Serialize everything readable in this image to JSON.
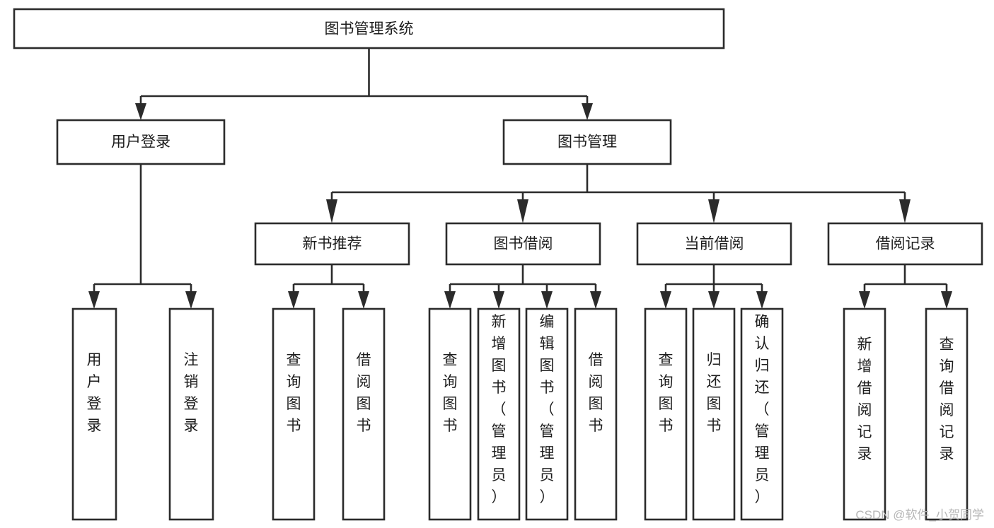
{
  "diagram": {
    "type": "tree",
    "title": "图书管理系统",
    "watermark": "CSDN @软件_小贺同学",
    "colors": {
      "box_stroke": "#2b2b2b",
      "box_fill": "#ffffff",
      "text": "#1d1d1d",
      "background": "#ffffff",
      "watermark": "#b6b6b6"
    },
    "levels": {
      "root": "图书管理系统",
      "level2": [
        "用户登录",
        "图书管理"
      ],
      "level3": [
        "新书推荐",
        "图书借阅",
        "当前借阅",
        "借阅记录"
      ]
    },
    "nodes": {
      "root": {
        "label": "图书管理系统",
        "orientation": "horizontal"
      },
      "user_login": {
        "label": "用户登录",
        "orientation": "horizontal"
      },
      "book_manage": {
        "label": "图书管理",
        "orientation": "horizontal"
      },
      "new_book_rec": {
        "label": "新书推荐",
        "orientation": "horizontal"
      },
      "book_borrow": {
        "label": "图书借阅",
        "orientation": "horizontal"
      },
      "current_borrow": {
        "label": "当前借阅",
        "orientation": "horizontal"
      },
      "borrow_record": {
        "label": "借阅记录",
        "orientation": "horizontal"
      },
      "leaf_user_login": {
        "label": "用户登录",
        "orientation": "vertical"
      },
      "leaf_logout": {
        "label": "注销登录",
        "orientation": "vertical"
      },
      "leaf_query_book_1": {
        "label": "查询图书",
        "orientation": "vertical"
      },
      "leaf_borrow_book_1": {
        "label": "借阅图书",
        "orientation": "vertical"
      },
      "leaf_query_book_2": {
        "label": "查询图书",
        "orientation": "vertical"
      },
      "leaf_add_book": {
        "label": "新增图书（管理员）",
        "orientation": "vertical"
      },
      "leaf_edit_book": {
        "label": "编辑图书（管理员）",
        "orientation": "vertical"
      },
      "leaf_borrow_book_2": {
        "label": "借阅图书",
        "orientation": "vertical"
      },
      "leaf_query_book_3": {
        "label": "查询图书",
        "orientation": "vertical"
      },
      "leaf_return_book": {
        "label": "归还图书",
        "orientation": "vertical"
      },
      "leaf_confirm_return": {
        "label": "确认归还（管理员）",
        "orientation": "vertical"
      },
      "leaf_add_record": {
        "label": "新增借阅记录",
        "orientation": "vertical"
      },
      "leaf_query_record": {
        "label": "查询借阅记录",
        "orientation": "vertical"
      }
    },
    "edges": [
      {
        "from": "root",
        "to": "user_login"
      },
      {
        "from": "root",
        "to": "book_manage"
      },
      {
        "from": "user_login",
        "to": "leaf_user_login"
      },
      {
        "from": "user_login",
        "to": "leaf_logout"
      },
      {
        "from": "book_manage",
        "to": "new_book_rec"
      },
      {
        "from": "book_manage",
        "to": "book_borrow"
      },
      {
        "from": "book_manage",
        "to": "current_borrow"
      },
      {
        "from": "book_manage",
        "to": "borrow_record"
      },
      {
        "from": "new_book_rec",
        "to": "leaf_query_book_1"
      },
      {
        "from": "new_book_rec",
        "to": "leaf_borrow_book_1"
      },
      {
        "from": "book_borrow",
        "to": "leaf_query_book_2"
      },
      {
        "from": "book_borrow",
        "to": "leaf_add_book"
      },
      {
        "from": "book_borrow",
        "to": "leaf_edit_book"
      },
      {
        "from": "book_borrow",
        "to": "leaf_borrow_book_2"
      },
      {
        "from": "current_borrow",
        "to": "leaf_query_book_3"
      },
      {
        "from": "current_borrow",
        "to": "leaf_return_book"
      },
      {
        "from": "current_borrow",
        "to": "leaf_confirm_return"
      },
      {
        "from": "borrow_record",
        "to": "leaf_add_record"
      },
      {
        "from": "borrow_record",
        "to": "leaf_query_record"
      }
    ]
  }
}
